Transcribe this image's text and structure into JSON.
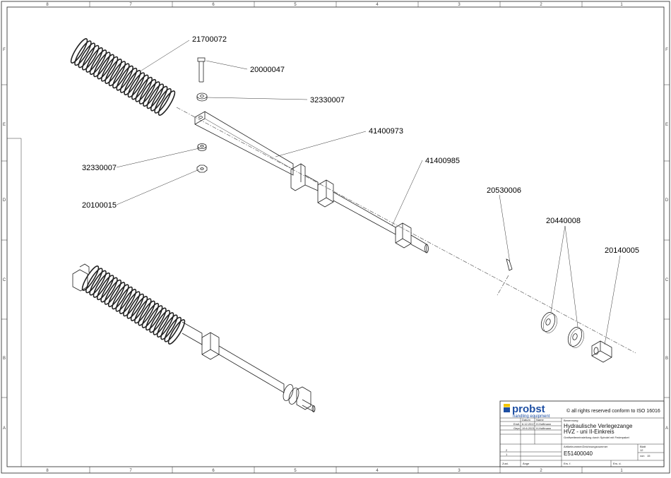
{
  "parts": [
    {
      "id": "p1",
      "number": "21700072"
    },
    {
      "id": "p2",
      "number": "20000047"
    },
    {
      "id": "p3",
      "number": "32330007"
    },
    {
      "id": "p4",
      "number": "41400973"
    },
    {
      "id": "p5",
      "number": "32330007"
    },
    {
      "id": "p6",
      "number": "41400985"
    },
    {
      "id": "p7",
      "number": "20100015"
    },
    {
      "id": "p8",
      "number": "20530006"
    },
    {
      "id": "p9",
      "number": "20440008"
    },
    {
      "id": "p10",
      "number": "20140005"
    }
  ],
  "grid": {
    "columns_top": [
      "8",
      "7",
      "6",
      "5",
      "4",
      "3",
      "2",
      "1"
    ],
    "columns_bottom": [
      "8",
      "7",
      "6",
      "5",
      "4",
      "3",
      "2",
      "1"
    ],
    "rows_left": [
      "F",
      "E",
      "D",
      "C",
      "B",
      "A"
    ],
    "rows_right": [
      "F",
      "E",
      "D",
      "C",
      "B",
      "A"
    ]
  },
  "title_block": {
    "logo_word": "probst",
    "logo_tagline": "handling equipment",
    "copyright": "© all rights reserved conform to ISO 16016",
    "label_description": "Benennung",
    "title_line1": "Hydraulische Verlegezange",
    "title_line2": "HVZ - uni II-Einkreis",
    "title_line3": "Greifweiteneinstellung durch Spindel mit Federpaket",
    "col_date": "Datum",
    "col_name": "Name",
    "row_drawn": "Erstl.",
    "row_checked": "Gepr.",
    "drawn_date": "6.12.2017",
    "drawn_name": "H.Hoffmann",
    "checked_date": "19.6.2021",
    "checked_name": "H.Hoffmann",
    "label_article": "Artikelnummer/Zeichnungsnummer",
    "article_number": "E51400040",
    "label_sheet": "Blatt",
    "sheet_number": "12",
    "sheet_of": "von",
    "sheet_total": "15",
    "rev_index_2": "2",
    "rev_index_1": "1",
    "footer_zust": "Zust.",
    "footer_aend": "Änge",
    "footer_ers": "Ers. f.",
    "footer_ersd": "Ers. d."
  },
  "colors": {
    "line": "#222222",
    "logo_blue": "#1e4fa3",
    "logo_yellow": "#f2c500"
  }
}
